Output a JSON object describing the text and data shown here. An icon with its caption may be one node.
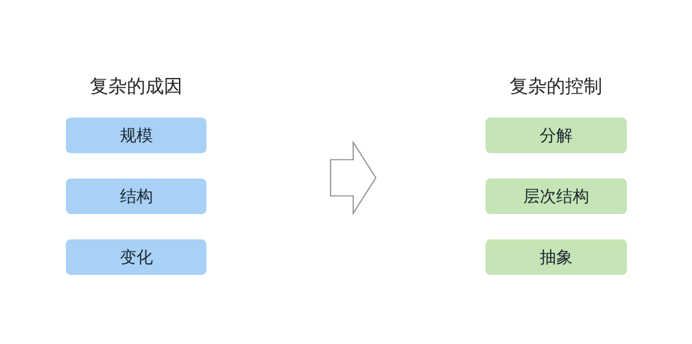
{
  "diagram": {
    "nodes": [
      {
        "text": [
          "规模"
        ]
      },
      {
        "text": [
          "结构"
        ]
      },
      {
        "text": [
          "变化"
        ]
      },
      {
        "text": [
          "分解"
        ]
      },
      {
        "text": [
          "层次结构"
        ]
      },
      {
        "text": [
          "抽象"
        ]
      }
    ],
    "labels": [
      "复杂的成因",
      "复杂的控制"
    ]
  }
}
